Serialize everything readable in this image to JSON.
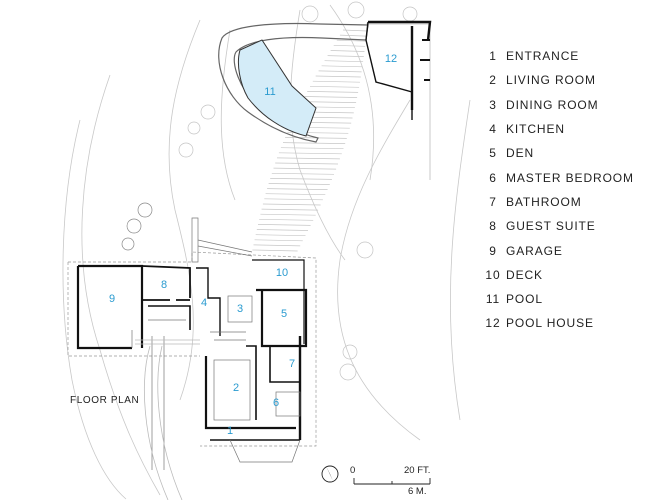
{
  "legend": [
    {
      "num": "1",
      "label": "ENTRANCE"
    },
    {
      "num": "2",
      "label": "LIVING ROOM"
    },
    {
      "num": "3",
      "label": "DINING ROOM"
    },
    {
      "num": "4",
      "label": "KITCHEN"
    },
    {
      "num": "5",
      "label": "DEN"
    },
    {
      "num": "6",
      "label": "MASTER BEDROOM"
    },
    {
      "num": "7",
      "label": "BATHROOM"
    },
    {
      "num": "8",
      "label": "GUEST SUITE"
    },
    {
      "num": "9",
      "label": "GARAGE"
    },
    {
      "num": "10",
      "label": "DECK"
    },
    {
      "num": "11",
      "label": "POOL"
    },
    {
      "num": "12",
      "label": "POOL HOUSE"
    }
  ],
  "plan_label": "FLOOR PLAN",
  "scale": {
    "zero": "0",
    "feet": "20 FT.",
    "meters": "6 M."
  },
  "colors": {
    "room_number": "#2a9bd0",
    "pool_fill": "#d4ecf8",
    "wall": "#111111",
    "line": "#bbbbbb"
  }
}
